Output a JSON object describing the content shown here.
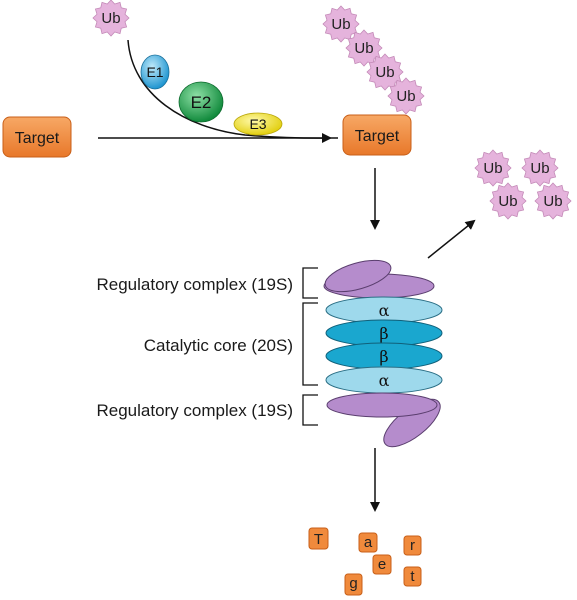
{
  "ubiquitin_label": "Ub",
  "enzymes": {
    "e1": {
      "label": "E1",
      "color": "#2ea8e0"
    },
    "e2": {
      "label": "E2",
      "color": "#1a9c4a"
    },
    "e3": {
      "label": "E3",
      "color": "#f2e21a"
    }
  },
  "target_label": "Target",
  "proteasome": {
    "regulatory_top": "Regulatory complex (19S)",
    "catalytic_core": "Catalytic core (20S)",
    "regulatory_bottom": "Regulatory complex (19S)",
    "ring_labels": [
      "α",
      "β",
      "β",
      "α"
    ]
  },
  "fragments": [
    "T",
    "a",
    "r",
    "e",
    "g",
    "t"
  ],
  "colors": {
    "target": "#f08a3c",
    "ubiquitin": "#e5b3dc",
    "regulatory": "#b58ccc",
    "alpha_ring": "#9ed9ec",
    "beta_ring": "#1aa7cf",
    "fragment": "#f08a3c"
  }
}
